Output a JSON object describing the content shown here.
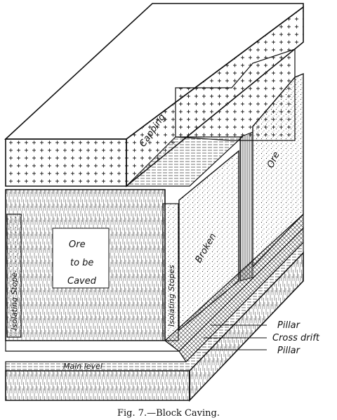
{
  "figure": {
    "caption": "Fig. 7.—Block Caving.",
    "labels": {
      "capping": "Capping",
      "ore_right": "Ore",
      "ore_front_line1": "Ore",
      "ore_front_line2": "to be",
      "ore_front_line3": "Caved",
      "broken": "Broken",
      "isolating_stope_left": "Isolating Stope",
      "isolating_stope_right": "Isolating Stopes",
      "main_level": "Main level",
      "pillar_top": "Pillar",
      "cross_drift": "Cross drift",
      "pillar_bottom": "Pillar"
    },
    "colors": {
      "ink": "#111111",
      "paper": "#ffffff"
    }
  }
}
